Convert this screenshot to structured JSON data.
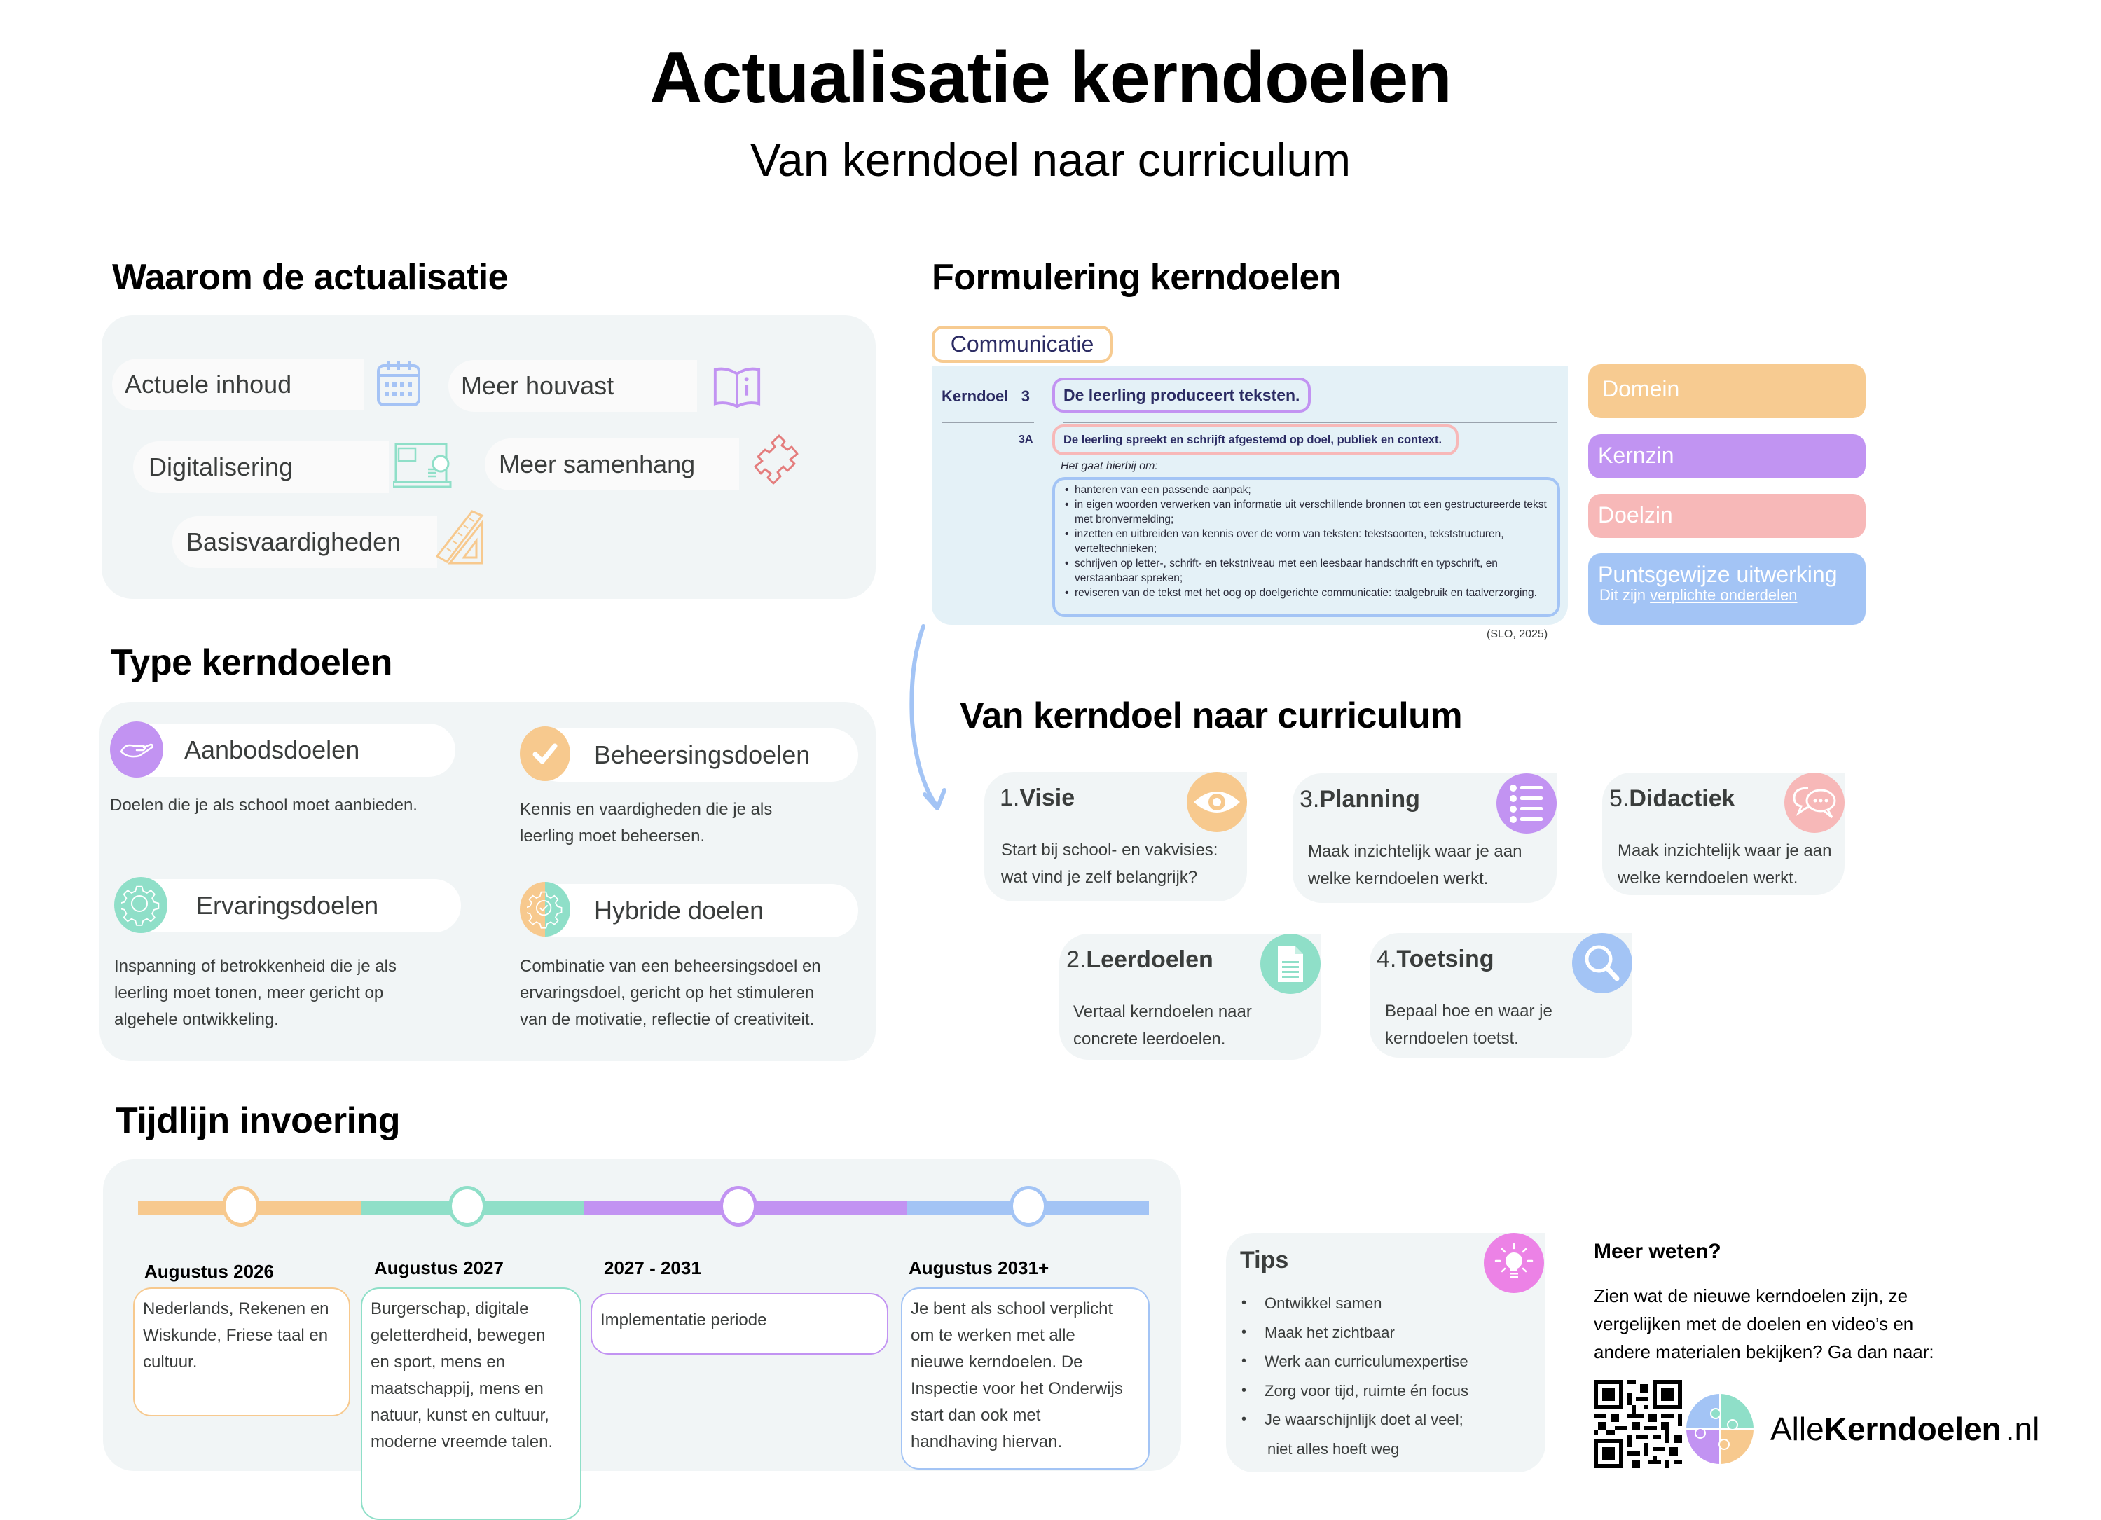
{
  "header": {
    "title": "Actualisatie kerndoelen",
    "subtitle": "Van kerndoel naar curriculum"
  },
  "waarom": {
    "heading": "Waarom de actualisatie",
    "items": [
      {
        "label": "Actuele inhoud",
        "icon": "calendar-icon",
        "color": "#a5c3f5"
      },
      {
        "label": "Meer houvast",
        "icon": "book-info-icon",
        "color": "#c293f2"
      },
      {
        "label": "Digitalisering",
        "icon": "laptop-chat-icon",
        "color": "#8fdfc8"
      },
      {
        "label": "Meer samenhang",
        "icon": "puzzle-icon",
        "color": "#e47d7d"
      },
      {
        "label": "Basisvaardigheden",
        "icon": "ruler-triangle-icon",
        "color": "#f7c98e"
      }
    ]
  },
  "type": {
    "heading": "Type kerndoelen",
    "items": [
      {
        "label": "Aanbodsdoelen",
        "icon": "hand-icon",
        "color": "#c293f2",
        "desc": [
          "Doelen die je als school moet aanbieden."
        ]
      },
      {
        "label": "Beheersingsdoelen",
        "icon": "check-icon",
        "color": "#f7c98e",
        "desc": [
          "Kennis en vaardigheden die je als",
          "leerling moet beheersen."
        ]
      },
      {
        "label": "Ervaringsdoelen",
        "icon": "gear-icon",
        "color": "#8fdfc8",
        "desc": [
          "Inspanning of betrokkenheid die je als",
          "leerling moet tonen, meer gericht op",
          "algehele ontwikkeling."
        ]
      },
      {
        "label": "Hybride doelen",
        "icon": "gear-check-icon",
        "color": "#f7c98e",
        "desc": [
          "Combinatie van een beheersingsdoel en",
          "ervaringsdoel, gericht op het stimuleren",
          "van de motivatie, reflectie of creativiteit."
        ]
      }
    ]
  },
  "formulering": {
    "heading": "Formulering kerndoelen",
    "domain": "Communicatie",
    "kerndoel_label": "Kerndoel",
    "kerndoel_num": "3",
    "kernzin": "De leerling produceert teksten.",
    "sub_num": "3A",
    "doelzin": "De leerling spreekt en schrijft afgestemd op doel, publiek en context.",
    "intro": "Het gaat hierbij om:",
    "bullets": [
      "hanteren van een passende aanpak;",
      "in eigen woorden verwerken van informatie uit verschillende bronnen tot een gestructureerde tekst met bronvermelding;",
      "inzetten en uitbreiden van kennis over de vorm van teksten: tekstsoorten, tekststructuren, verteltechnieken;",
      "schrijven op letter-, schrift- en tekstniveau met een leesbaar handschrift en typschrift, en verstaanbaar spreken;",
      "reviseren van de tekst met het oog op doelgerichte communicatie: taalgebruik en taalverzorging."
    ],
    "citation": "(SLO, 2025)",
    "legend": [
      {
        "label": "Domein",
        "color": "#f7cb91"
      },
      {
        "label": "Kernzin",
        "color": "#c194f2"
      },
      {
        "label": "Doelzin",
        "color": "#f7b8b8"
      },
      {
        "label": "Puntsgewijze uitwerking",
        "color": "#a3c4f5",
        "sub_prefix": "Dit zijn ",
        "sub_link": "verplichte onderdelen"
      }
    ]
  },
  "curriculum": {
    "heading": "Van kerndoel naar curriculum",
    "steps": [
      {
        "num": "1.",
        "title": "Visie",
        "icon": "eye-icon",
        "color": "#f7c98e",
        "desc": [
          "Start bij school- en vakvisies:",
          "wat vind je zelf belangrijk?"
        ]
      },
      {
        "num": "2.",
        "title": "Leerdoelen",
        "icon": "document-icon",
        "color": "#8fdfc8",
        "desc": [
          "Vertaal kerndoelen naar",
          "concrete leerdoelen."
        ]
      },
      {
        "num": "3.",
        "title": "Planning",
        "icon": "list-icon",
        "color": "#c293f2",
        "desc": [
          "Maak inzichtelijk waar je aan",
          "welke kerndoelen werkt."
        ]
      },
      {
        "num": "4.",
        "title": "Toetsing",
        "icon": "magnifier-icon",
        "color": "#a3c4f5",
        "desc": [
          "Bepaal hoe en waar je",
          "kerndoelen toetst."
        ]
      },
      {
        "num": "5.",
        "title": "Didactiek",
        "icon": "chat-bubbles-icon",
        "color": "#f7b8b8",
        "desc": [
          "Maak inzichtelijk waar je aan",
          "welke kerndoelen werkt."
        ]
      }
    ]
  },
  "timeline": {
    "heading": "Tijdlijn invoering",
    "phases": [
      {
        "date": "Augustus 2026",
        "color": "#f7c98e",
        "lines": [
          "Nederlands, Rekenen en",
          "Wiskunde, Friese taal en",
          "cultuur."
        ]
      },
      {
        "date": "Augustus 2027",
        "color": "#8fdfc8",
        "lines": [
          "Burgerschap, digitale",
          "geletterdheid, bewegen",
          "en sport, mens en",
          "maatschappij, mens en",
          "natuur, kunst en cultuur,",
          "moderne vreemde talen."
        ]
      },
      {
        "date": "2027 - 2031",
        "color": "#c293f2",
        "lines": [
          "Implementatie periode"
        ]
      },
      {
        "date": "Augustus 2031+",
        "color": "#a3c4f5",
        "lines": [
          "Je bent als school verplicht",
          "om te werken met alle",
          "nieuwe kerndoelen. De",
          "Inspectie voor het Onderwijs",
          "start dan ook met",
          "handhaving hiervan."
        ]
      }
    ]
  },
  "tips": {
    "heading": "Tips",
    "icon": "lightbulb-icon",
    "color": "#ec82e6",
    "items": [
      "Ontwikkel samen",
      "Maak het zichtbaar",
      "Werk aan curriculumexpertise",
      "Zorg voor tijd, ruimte én focus",
      "Je waarschijnlijk doet al veel;"
    ],
    "continuation": "niet alles hoeft weg"
  },
  "meer_weten": {
    "heading": "Meer weten?",
    "lines": [
      "Zien wat de nieuwe kerndoelen zijn, ze",
      "vergelijken met de doelen en video’s en",
      "andere materialen bekijken? Ga dan naar:"
    ],
    "logo_prefix": "Alle",
    "logo_bold": "Kerndoelen",
    "logo_suffix": ".nl"
  }
}
